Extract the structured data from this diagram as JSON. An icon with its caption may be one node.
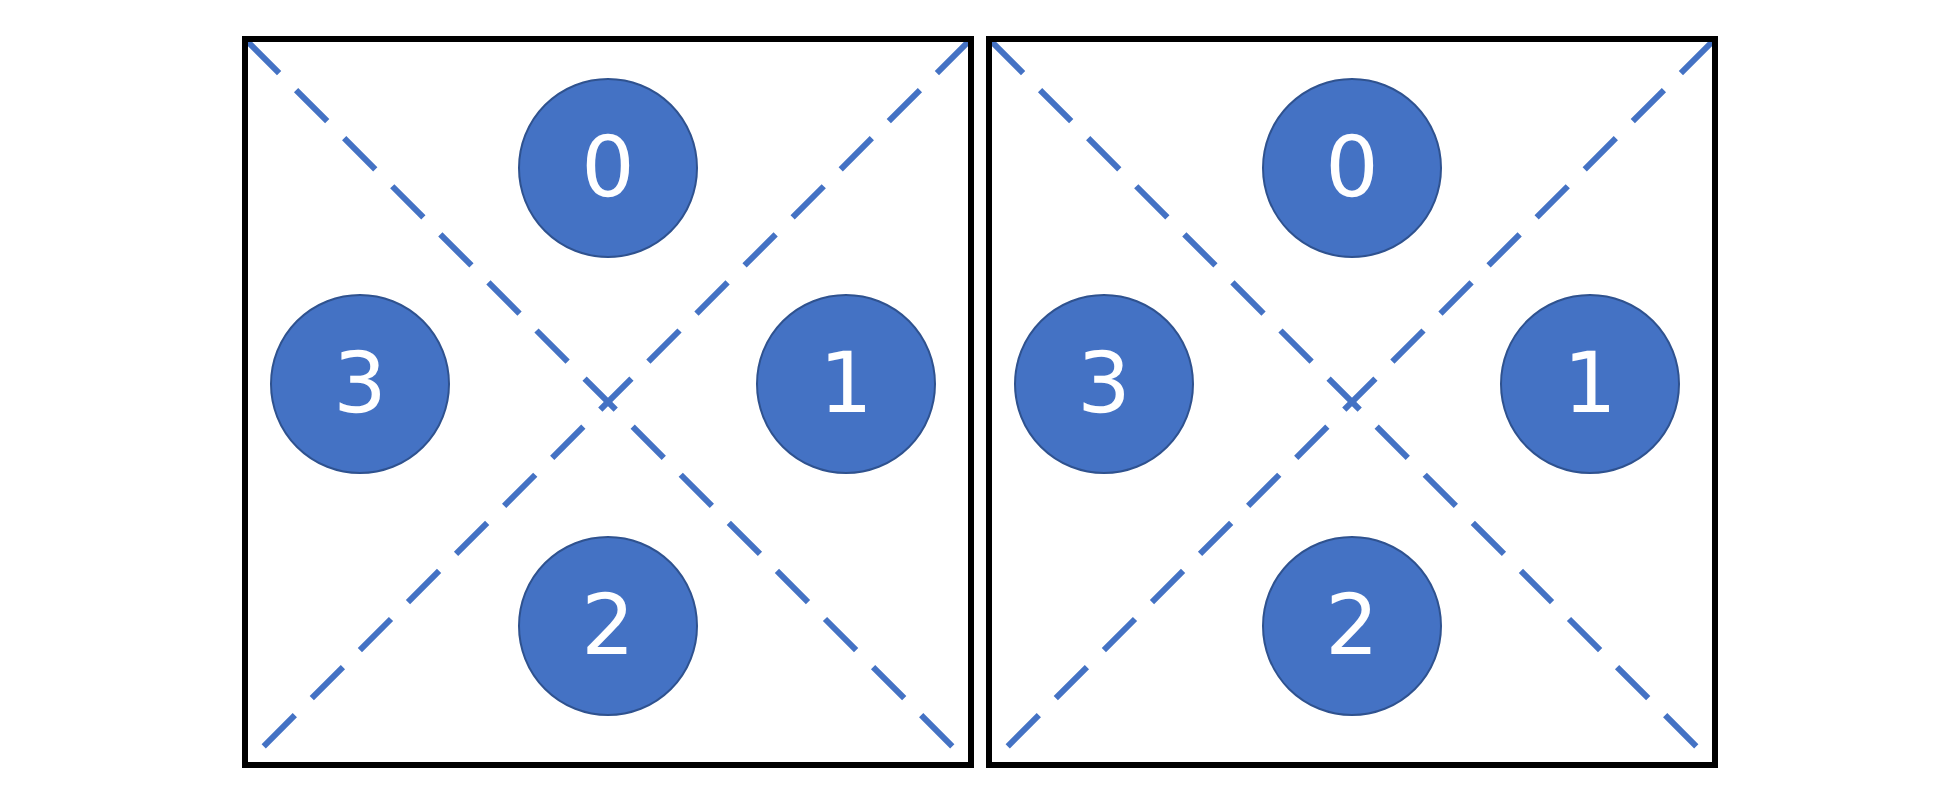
{
  "diagram": {
    "nodes": [
      {
        "text": [],
        "shape": "box"
      },
      {
        "text": [
          "0"
        ],
        "in": 0
      },
      {
        "text": [
          "3"
        ],
        "in": 0
      },
      {
        "text": [
          "1"
        ],
        "in": 0
      },
      {
        "text": [
          "2"
        ],
        "in": 0
      },
      {
        "text": [],
        "shape": "box"
      },
      {
        "text": [
          "0"
        ],
        "in": 5
      },
      {
        "text": [
          "3"
        ],
        "in": 5
      },
      {
        "text": [
          "1"
        ],
        "in": 5
      },
      {
        "text": [
          "2"
        ],
        "in": 5
      }
    ],
    "edges": []
  }
}
